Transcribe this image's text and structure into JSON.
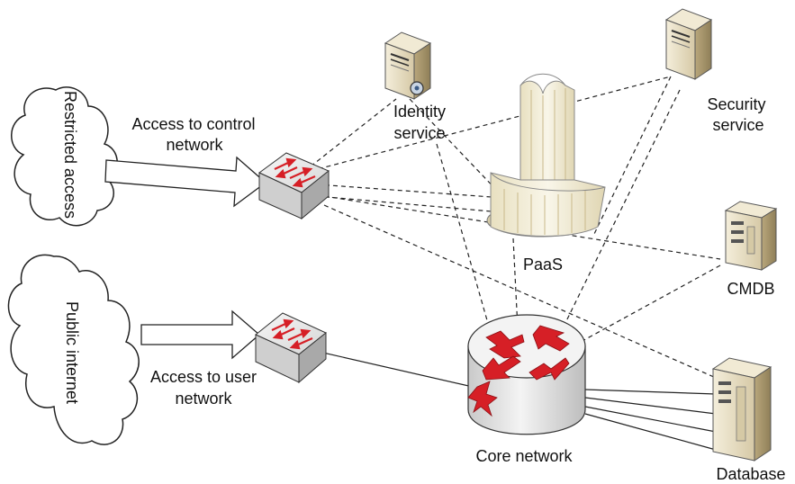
{
  "clouds": {
    "restricted": "Restricted access",
    "public": "Public internet"
  },
  "arrows": {
    "control_line1": "Access to control",
    "control_line2": "network",
    "user_line1": "Access to user",
    "user_line2": "network"
  },
  "nodes": {
    "identity_line1": "Identity",
    "identity_line2": "service",
    "security_line1": "Security",
    "security_line2": "service",
    "paas": "PaaS",
    "cmdb": "CMDB",
    "core": "Core network",
    "database": "Database"
  },
  "colors": {
    "arrow_red": "#d61f26",
    "server_beige": "#e9dfc2",
    "device_gray": "#e4e4e4"
  }
}
